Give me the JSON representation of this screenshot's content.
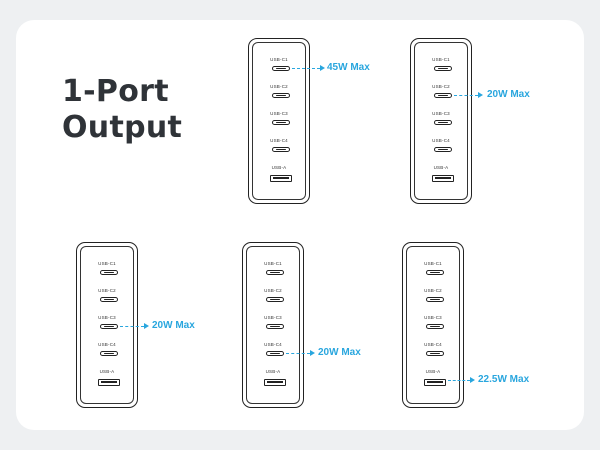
{
  "headline": {
    "line1": "1-Port",
    "line2": "Output"
  },
  "port_labels": [
    "USB-C1",
    "USB-C2",
    "USB-C3",
    "USB-C4",
    "USB-A"
  ],
  "chargers": [
    {
      "active_port": "USB-C1",
      "output": "45W Max"
    },
    {
      "active_port": "USB-C2",
      "output": "20W Max"
    },
    {
      "active_port": "USB-C3",
      "output": "20W Max"
    },
    {
      "active_port": "USB-C4",
      "output": "20W Max"
    },
    {
      "active_port": "USB-A",
      "output": "22.5W Max"
    }
  ],
  "colors": {
    "accent": "#29a6de",
    "text": "#2f3338",
    "background": "#eef0f2",
    "card": "#ffffff"
  }
}
